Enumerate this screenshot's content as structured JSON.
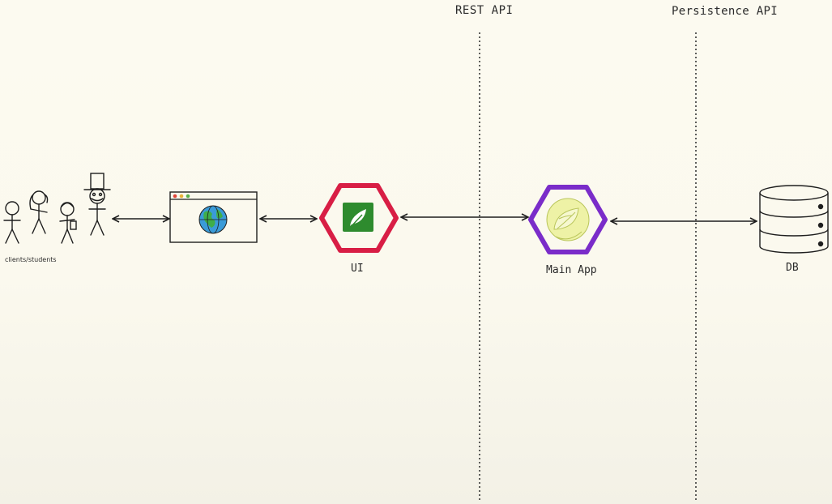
{
  "labels": {
    "rest_api": "REST API",
    "persistence_api": "Persistence API",
    "clients": "clients/students",
    "ui": "UI",
    "main_app": "Main App",
    "db": "DB"
  },
  "colors": {
    "ui_hexagon": "#d81e45",
    "main_app_hexagon": "#7a2cc9",
    "ui_logo_green": "#2e8b2e",
    "spring_logo_yellow": "#eef2a6",
    "globe_blue": "#3a9bd8",
    "globe_green": "#3fae4a",
    "ink": "#1e1e1e"
  },
  "icons": [
    "stick-figures-icon",
    "browser-window-icon",
    "globe-icon",
    "ui-leaf-icon",
    "spring-logo-icon",
    "database-icon"
  ]
}
